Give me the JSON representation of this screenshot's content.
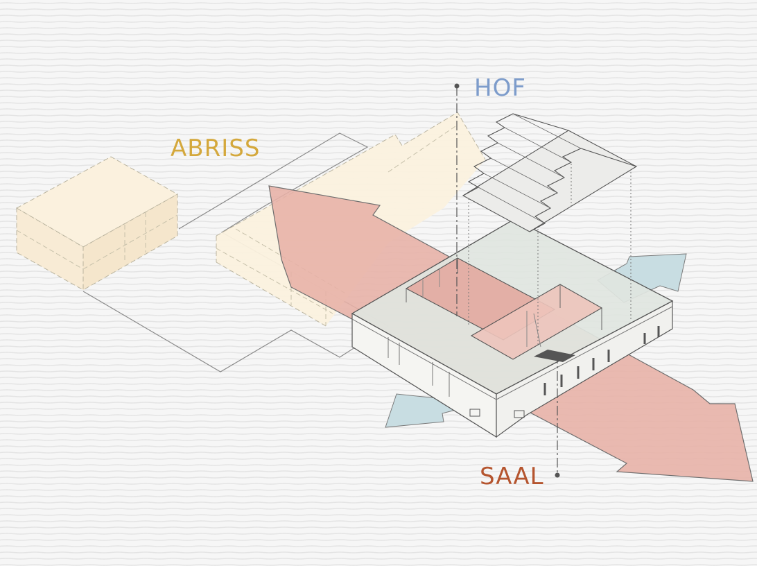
{
  "labels": {
    "hof": "HOF",
    "abriss": "ABRISS",
    "saal": "SAAL"
  },
  "colors": {
    "hof": "#7d9ccb",
    "abriss": "#d4a83c",
    "saal": "#b5552f",
    "arrow_fill": "#e7b0a6",
    "arrow_side": "#c8dde2",
    "demolition_fill": "#fbf1de",
    "roof_fill": "#e0e5df",
    "line": "#6a6a6a",
    "background": "#f6f6f6"
  }
}
